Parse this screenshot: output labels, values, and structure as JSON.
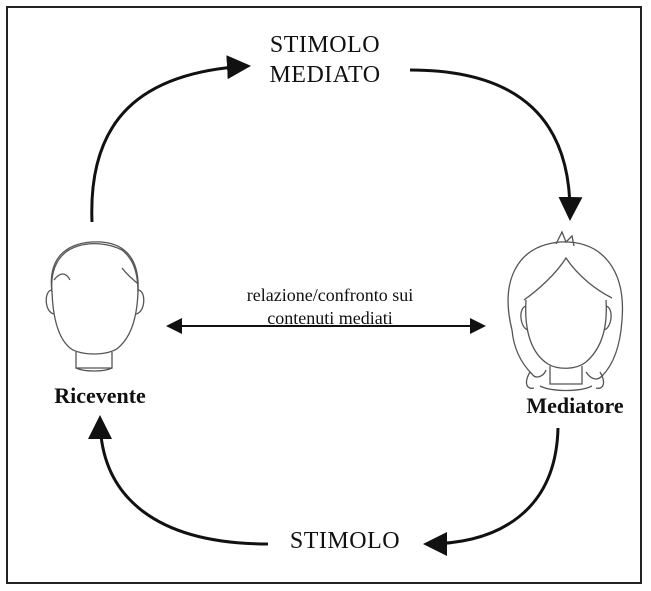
{
  "diagram": {
    "top_label_line1": "STIMOLO",
    "top_label_line2": "MEDIATO",
    "bottom_label": "STIMOLO",
    "middle_label_line1": "relazione/confronto sui",
    "middle_label_line2": "contenuti mediati",
    "left_label": "Ricevente",
    "right_label": "Mediatore"
  },
  "icons": {
    "left_figure": "male-head-outline-icon",
    "right_figure": "female-head-outline-icon"
  },
  "colors": {
    "line": "#111111",
    "background": "#ffffff"
  }
}
